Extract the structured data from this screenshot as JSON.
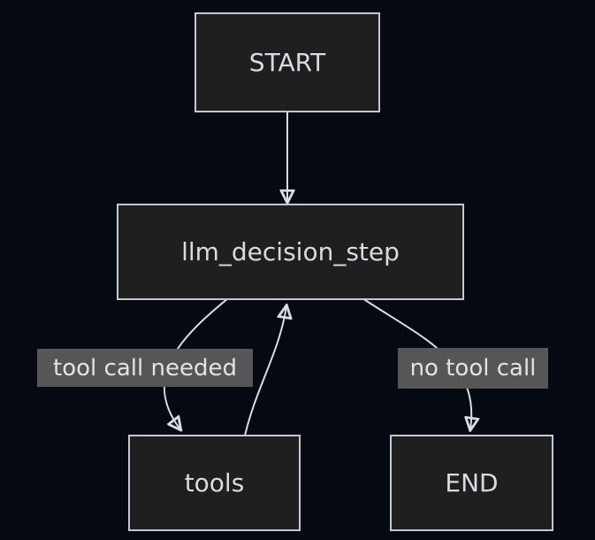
{
  "diagram": {
    "type": "flowchart",
    "direction": "top-down",
    "nodes": [
      {
        "id": "START",
        "label": "START"
      },
      {
        "id": "llm_decision_step",
        "label": "llm_decision_step"
      },
      {
        "id": "tools",
        "label": "tools"
      },
      {
        "id": "END",
        "label": "END"
      }
    ],
    "edges": [
      {
        "from": "START",
        "to": "llm_decision_step",
        "label": ""
      },
      {
        "from": "llm_decision_step",
        "to": "tools",
        "label": "tool call needed"
      },
      {
        "from": "tools",
        "to": "llm_decision_step",
        "label": ""
      },
      {
        "from": "llm_decision_step",
        "to": "END",
        "label": "no tool call"
      }
    ],
    "colors": {
      "background": "#040912",
      "node_fill": "#1f1f1f",
      "node_border": "#c3c8d0",
      "node_text": "#d9dbe0",
      "edge_stroke": "#d9dce2",
      "edge_label_bg": "#565656",
      "edge_label_text": "#e3e3e3"
    }
  }
}
